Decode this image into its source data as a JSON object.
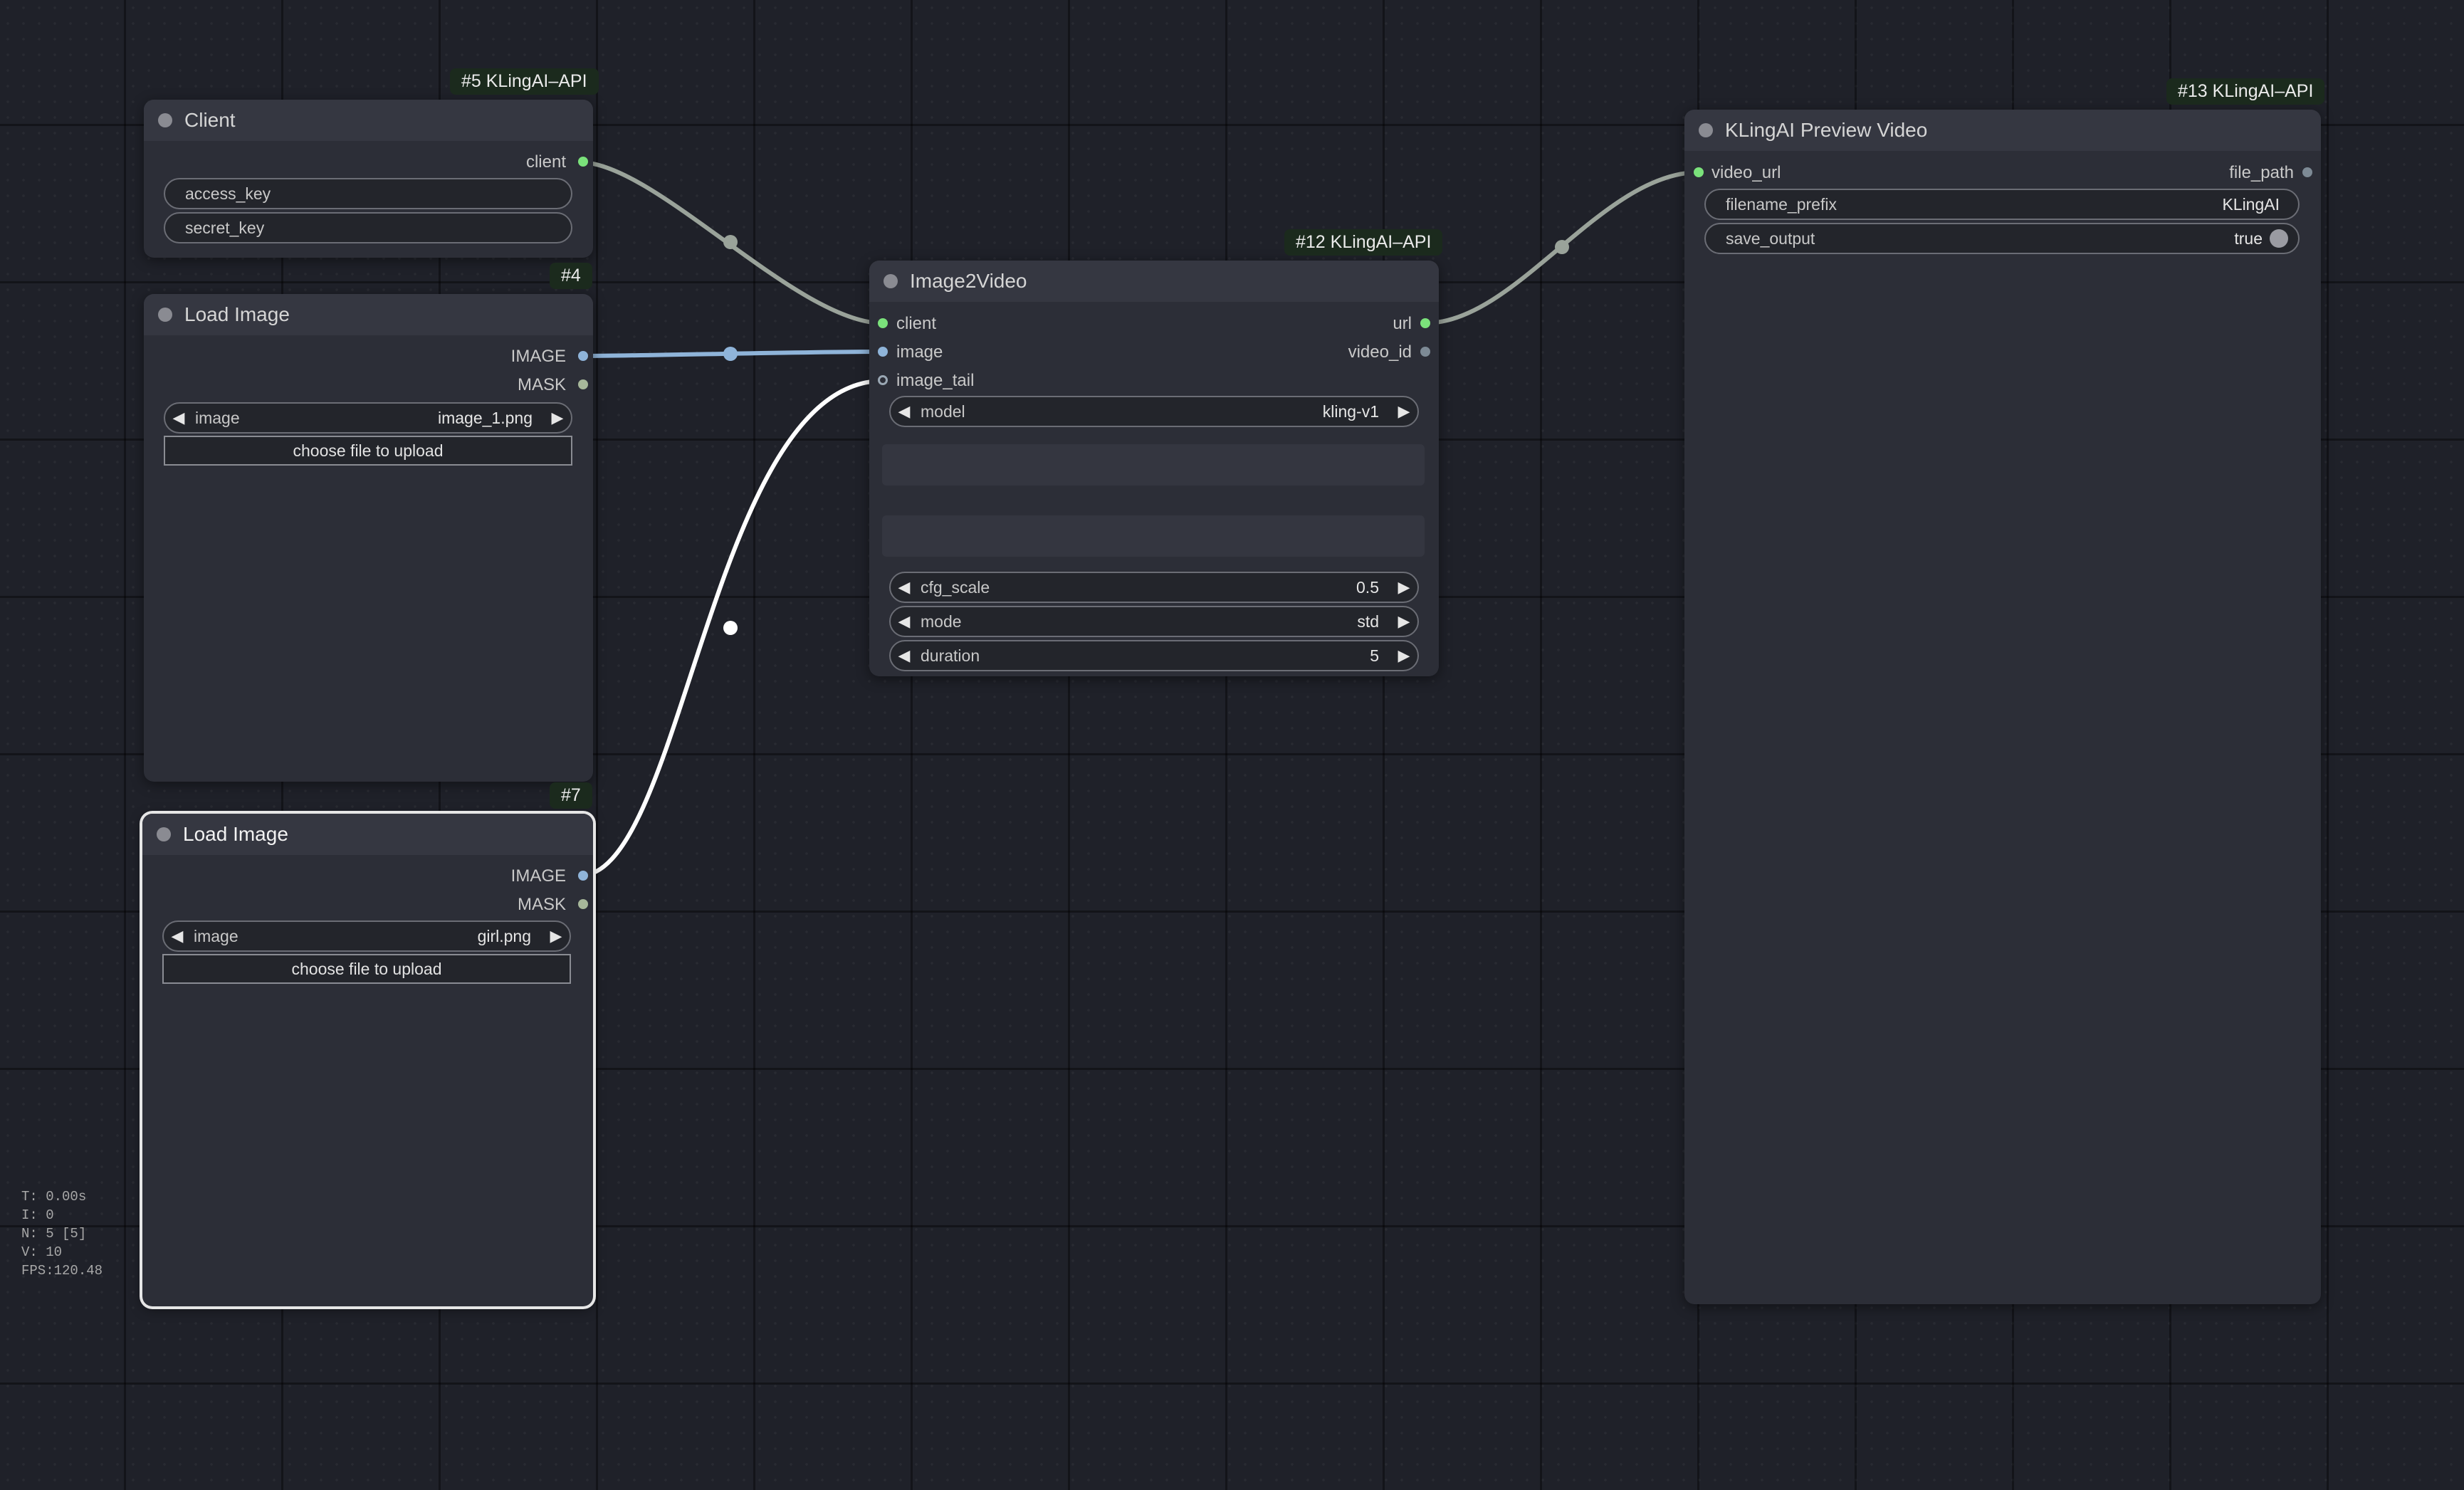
{
  "nodes": {
    "client": {
      "badge": "#5 KLingAI–API",
      "title": "Client",
      "output": "client",
      "widgets": [
        "access_key",
        "secret_key"
      ]
    },
    "load_image_4": {
      "badge": "#4",
      "title": "Load Image",
      "outputs": [
        "IMAGE",
        "MASK"
      ],
      "image_label": "image",
      "image_value": "image_1.png",
      "upload_label": "choose file to upload"
    },
    "load_image_7": {
      "badge": "#7",
      "title": "Load Image",
      "outputs": [
        "IMAGE",
        "MASK"
      ],
      "image_label": "image",
      "image_value": "girl.png",
      "upload_label": "choose file to upload"
    },
    "image2video": {
      "badge": "#12 KLingAI–API",
      "title": "Image2Video",
      "inputs": [
        "client",
        "image",
        "image_tail"
      ],
      "outputs": [
        "url",
        "video_id"
      ],
      "widgets": [
        {
          "label": "model",
          "value": "kling-v1"
        },
        {
          "label": "cfg_scale",
          "value": "0.5"
        },
        {
          "label": "mode",
          "value": "std"
        },
        {
          "label": "duration",
          "value": "5"
        }
      ]
    },
    "preview": {
      "badge": "#13 KLingAI–API",
      "title": "KLingAI Preview Video",
      "input": "video_url",
      "output": "file_path",
      "widgets": [
        {
          "label": "filename_prefix",
          "value": "KLingAI"
        },
        {
          "label": "save_output",
          "value": "true"
        }
      ]
    }
  },
  "stats": [
    "T: 0.00s",
    "I: 0",
    "N: 5 [5]",
    "V: 10",
    "FPS:120.48"
  ],
  "icons": {
    "combo_left": "◀",
    "combo_right": "▶"
  },
  "colors": {
    "canvas": "#1f2129",
    "node_body": "#2c2e37",
    "client_link": "#9aa39a",
    "image_link": "#8fb4d9",
    "image_tail_link": "#ffffff",
    "connected_slot": "#7be27b"
  }
}
